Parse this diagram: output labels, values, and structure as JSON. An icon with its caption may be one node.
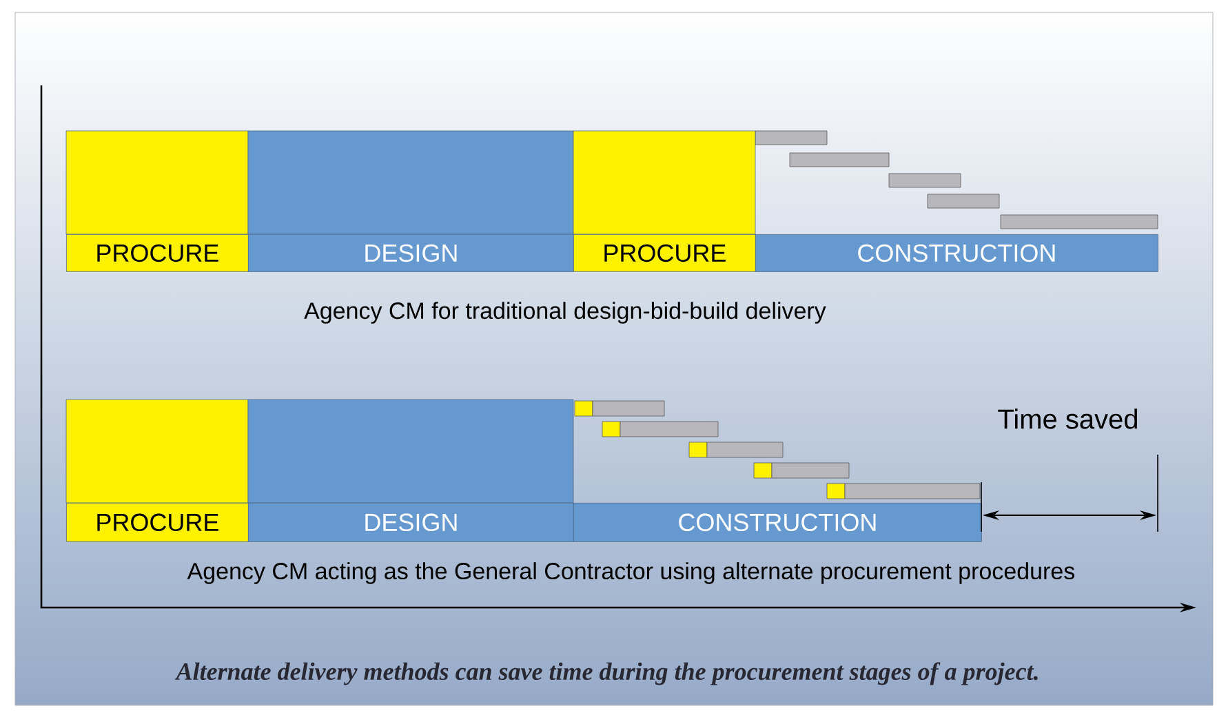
{
  "diagram": {
    "caption": "Alternate delivery methods can save time during the procurement stages of a project.",
    "nodes": [
      {
        "text": [
          "PROCURE"
        ]
      },
      {
        "text": [
          "DESIGN"
        ]
      },
      {
        "text": [
          "PROCURE"
        ]
      },
      {
        "text": [
          "CONSTRUCTION"
        ]
      },
      {
        "text": [
          "PROCURE"
        ]
      },
      {
        "text": [
          "DESIGN"
        ]
      },
      {
        "text": [
          "CONSTRUCTION"
        ]
      }
    ],
    "labels": [
      "Agency CM for traditional design-bid-build delivery",
      "Time saved",
      "Agency CM acting as the General Contractor using alternate procurement procedures"
    ]
  }
}
